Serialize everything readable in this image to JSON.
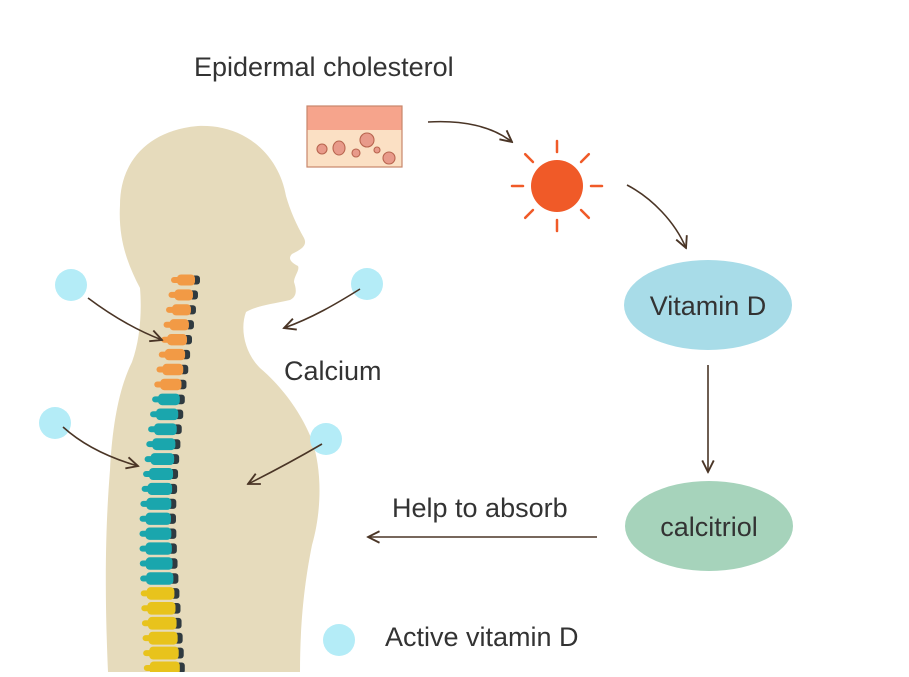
{
  "labels": {
    "epidermal": "Epidermal cholesterol",
    "calcium": "Calcium",
    "help_to_absorb": "Help to absorb",
    "legend": "Active vitamin D"
  },
  "nodes": {
    "vitamin_d": "Vitamin D",
    "calcitriol": "calcitriol"
  },
  "colors": {
    "body": "#e6dbbc",
    "sun": "#f05a28",
    "vitamin_d": "#a8dce8",
    "calcitriol": "#a6d3bb",
    "active_dot": "#b4ecf7",
    "arrow": "#4a3526",
    "spine_orange": "#f29a45",
    "spine_teal": "#1aa6ad",
    "spine_yellow": "#e8c31c",
    "skin_top": "#f6a48c",
    "skin_bottom": "#fbe0c4"
  },
  "icons": [
    "skin-layer-icon",
    "sun-icon",
    "spine-icon"
  ]
}
